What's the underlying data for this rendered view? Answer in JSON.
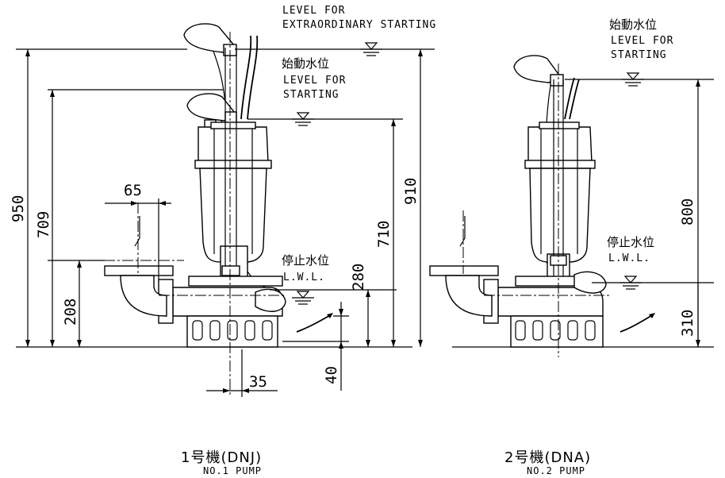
{
  "pump1": {
    "label_extraordinary": [
      "LEVEL FOR",
      "EXTRAORDINARY STARTING"
    ],
    "label_start_jp": "始動水位",
    "label_start_en": [
      "LEVEL FOR",
      "STARTING"
    ],
    "label_stop_jp": "停止水位",
    "label_stop_en": "L.W.L.",
    "dims": {
      "d950": "950",
      "d709": "709",
      "d208": "208",
      "d65": "65",
      "d35": "35",
      "d910": "910",
      "d710": "710",
      "d280": "280",
      "d40": "40"
    },
    "caption_jp": "1号機(DNJ)",
    "caption_en": "NO.1 PUMP"
  },
  "pump2": {
    "label_start_jp": "始動水位",
    "label_start_en": [
      "LEVEL FOR",
      "STARTING"
    ],
    "label_stop_jp": "停止水位",
    "label_stop_en": "L.W.L.",
    "dims": {
      "d800": "800",
      "d310": "310"
    },
    "caption_jp": "2号機(DNA)",
    "caption_en": "NO.2 PUMP"
  }
}
